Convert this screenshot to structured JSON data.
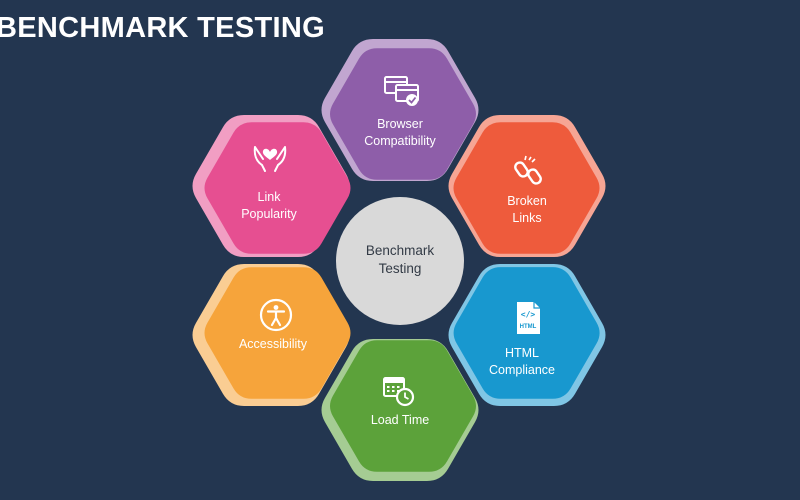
{
  "title": "BENCHMARK TESTING",
  "center": {
    "line1": "Benchmark",
    "line2": "Testing",
    "fill": "#d9d9d9",
    "text_color": "#333b46"
  },
  "segments": [
    {
      "name": "browser-compatibility",
      "lines": [
        "Browser",
        "Compatibility"
      ],
      "color": "#8e5ea9",
      "icon": "browser-check-icon"
    },
    {
      "name": "broken-links",
      "lines": [
        "Broken",
        "Links"
      ],
      "color": "#ee5b3c",
      "icon": "broken-chain-icon"
    },
    {
      "name": "html-compliance",
      "lines": [
        "HTML",
        "Compliance"
      ],
      "color": "#1898cf",
      "icon": "html-file-icon"
    },
    {
      "name": "load-time",
      "lines": [
        "Load Time"
      ],
      "color": "#5ca23a",
      "icon": "calendar-clock-icon"
    },
    {
      "name": "accessibility",
      "lines": [
        "Accessibility"
      ],
      "color": "#f6a43b",
      "icon": "accessibility-icon"
    },
    {
      "name": "link-popularity",
      "lines": [
        "Link",
        "Popularity"
      ],
      "color": "#e64f91",
      "icon": "hands-heart-icon"
    }
  ],
  "icons": {
    "html_file_text": "HTML",
    "html_code_glyph": "</>"
  },
  "colors": {
    "background": "#233650",
    "text": "#ffffff"
  }
}
